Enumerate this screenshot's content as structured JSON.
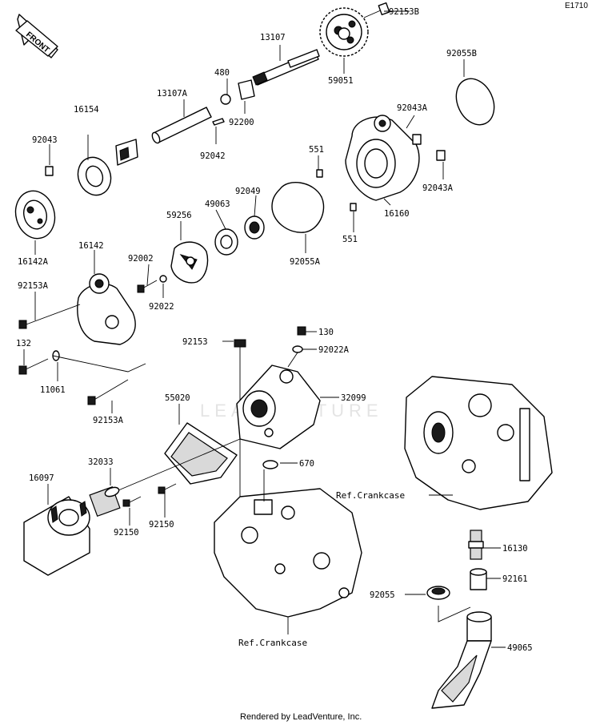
{
  "diagram_code": "E1710",
  "front_label": "FRONT",
  "watermark": "LEADVENTURE",
  "footer": "Rendered by LeadVenture, Inc.",
  "ref_labels": [
    "Ref.Crankcase",
    "Ref.Crankcase"
  ],
  "part_numbers": {
    "p92153B": "92153B",
    "p13107": "13107",
    "p92055B": "92055B",
    "p480": "480",
    "p59051": "59051",
    "p13107A": "13107A",
    "p92200": "92200",
    "p16154": "16154",
    "p92043A_top": "92043A",
    "p92043": "92043",
    "p92042": "92042",
    "p551_top": "551",
    "p92049": "92049",
    "p59256": "59256",
    "p49063": "49063",
    "p92043A_right": "92043A",
    "p16160": "16160",
    "p16142A": "16142A",
    "p16142": "16142",
    "p92002": "92002",
    "p551_bottom": "551",
    "p92055A": "92055A",
    "p92153A_top": "92153A",
    "p92022": "92022",
    "p132": "132",
    "p11061": "11061",
    "p92153": "92153",
    "p130": "130",
    "p92022A": "92022A",
    "p32099": "32099",
    "p92153A_bottom": "92153A",
    "p55020": "55020",
    "p670": "670",
    "p32033": "32033",
    "p16097": "16097",
    "p92150_left": "92150",
    "p92150_right": "92150",
    "p16130": "16130",
    "p92161": "92161",
    "p92055": "92055",
    "p49065": "49065"
  }
}
